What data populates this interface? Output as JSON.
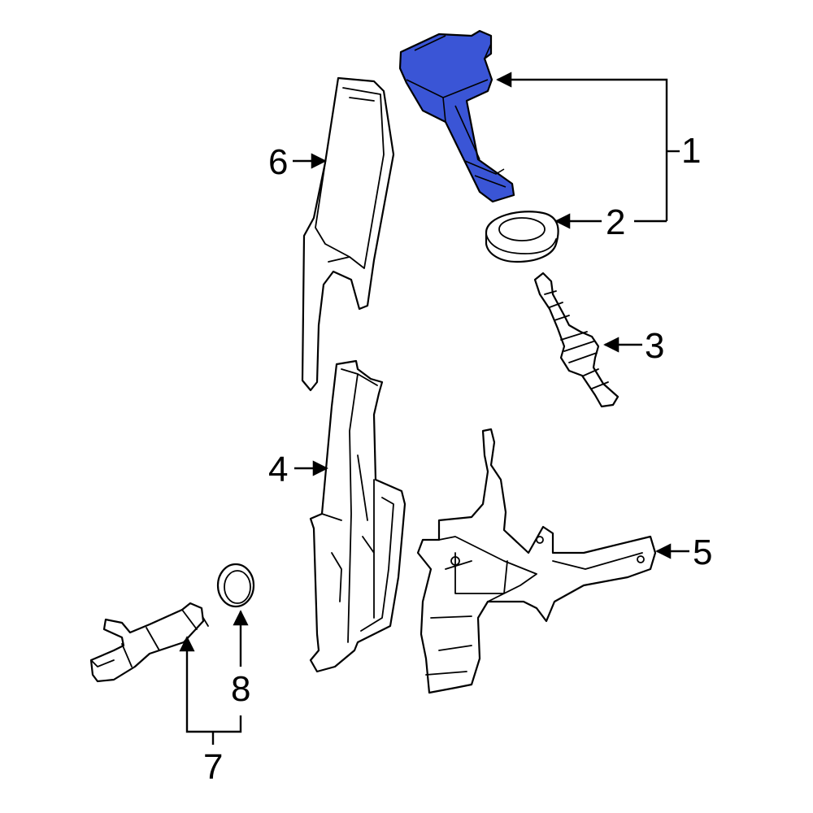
{
  "colors": {
    "highlight": "#3a55d6",
    "highlight_dark": "#1e2f90",
    "line": "#000000",
    "background": "#ffffff"
  },
  "callouts": {
    "c1": "1",
    "c2": "2",
    "c3": "3",
    "c4": "4",
    "c5": "5",
    "c6": "6",
    "c7": "7",
    "c8": "8"
  }
}
